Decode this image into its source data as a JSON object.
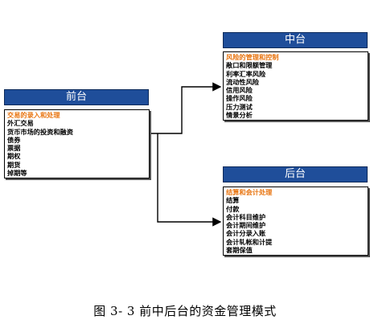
{
  "front": {
    "title": "前台",
    "items": [
      "交易的录入和处理",
      "外汇交易",
      "货币市场的投资和融资",
      "债券",
      "票据",
      "期权",
      "期货",
      "掉期等"
    ]
  },
  "middle": {
    "title": "中台",
    "items": [
      "风险的管理和控制",
      "敞口和限额管理",
      "利率汇率风险",
      "流动性风险",
      "信用风险",
      "操作风险",
      "压力测试",
      "情景分析"
    ]
  },
  "back": {
    "title": "后台",
    "items": [
      "结算和会计处理",
      "结算",
      "付款",
      "会计科目维护",
      "会计期间维护",
      "会计分录入账",
      "会计轧帐和计提",
      "套期保值"
    ]
  },
  "caption": "图 3- 3 前中后台的资金管理模式",
  "colors": {
    "header": "#1f4e9a",
    "highlight": "#e87511",
    "text": "#000000"
  }
}
